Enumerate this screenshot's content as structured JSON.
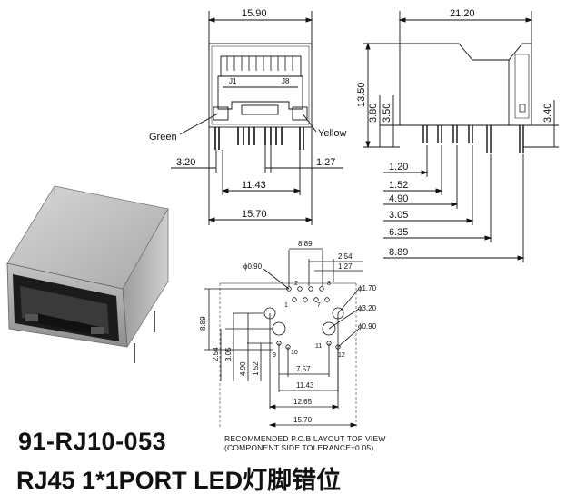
{
  "title": "91-RJ10-053",
  "subtitle": "RJ45 1*1PORT LED灯脚错位",
  "layout_note_line1": "RECOMMENDED P.C.B LAYOUT TOP VIEW",
  "layout_note_line2": "(COMPONENT SIDE TOLERANCE±0.05)",
  "front_view": {
    "width_top": "15.90",
    "width_bottom": "15.70",
    "pin_span": "11.43",
    "pin_pitch": "1.27",
    "pin_offset": "3.20",
    "label_j1": "J1",
    "label_j8": "J8",
    "led_left": "Green",
    "led_right": "Yellow"
  },
  "side_view": {
    "depth": "21.20",
    "height": "13.50",
    "h_380": "3.80",
    "h_350": "3.50",
    "h_340": "3.40",
    "offsets": [
      "1.20",
      "1.52",
      "4.90",
      "3.05",
      "6.35",
      "8.89"
    ]
  },
  "pcb_layout": {
    "span_top": "8.89",
    "pitch_254": "2.54",
    "pitch_127": "1.27",
    "hole_090_a": "ϕ0.90",
    "hole_170": "ϕ1.70",
    "hole_320": "ϕ3.20",
    "hole_090_b": "ϕ0.90",
    "left_889": "8.89",
    "left_254": "2.54",
    "left_305": "3.05",
    "left_490": "4.90",
    "left_152": "1.52",
    "b_757": "7.57",
    "b_1143": "11.43",
    "b_1265": "12.65",
    "b_1570": "15.70",
    "pins": [
      "1",
      "2",
      "7",
      "8",
      "9",
      "10",
      "11",
      "12"
    ]
  },
  "colors": {
    "line": "#111111",
    "body_grey": "#9a9a9a"
  }
}
